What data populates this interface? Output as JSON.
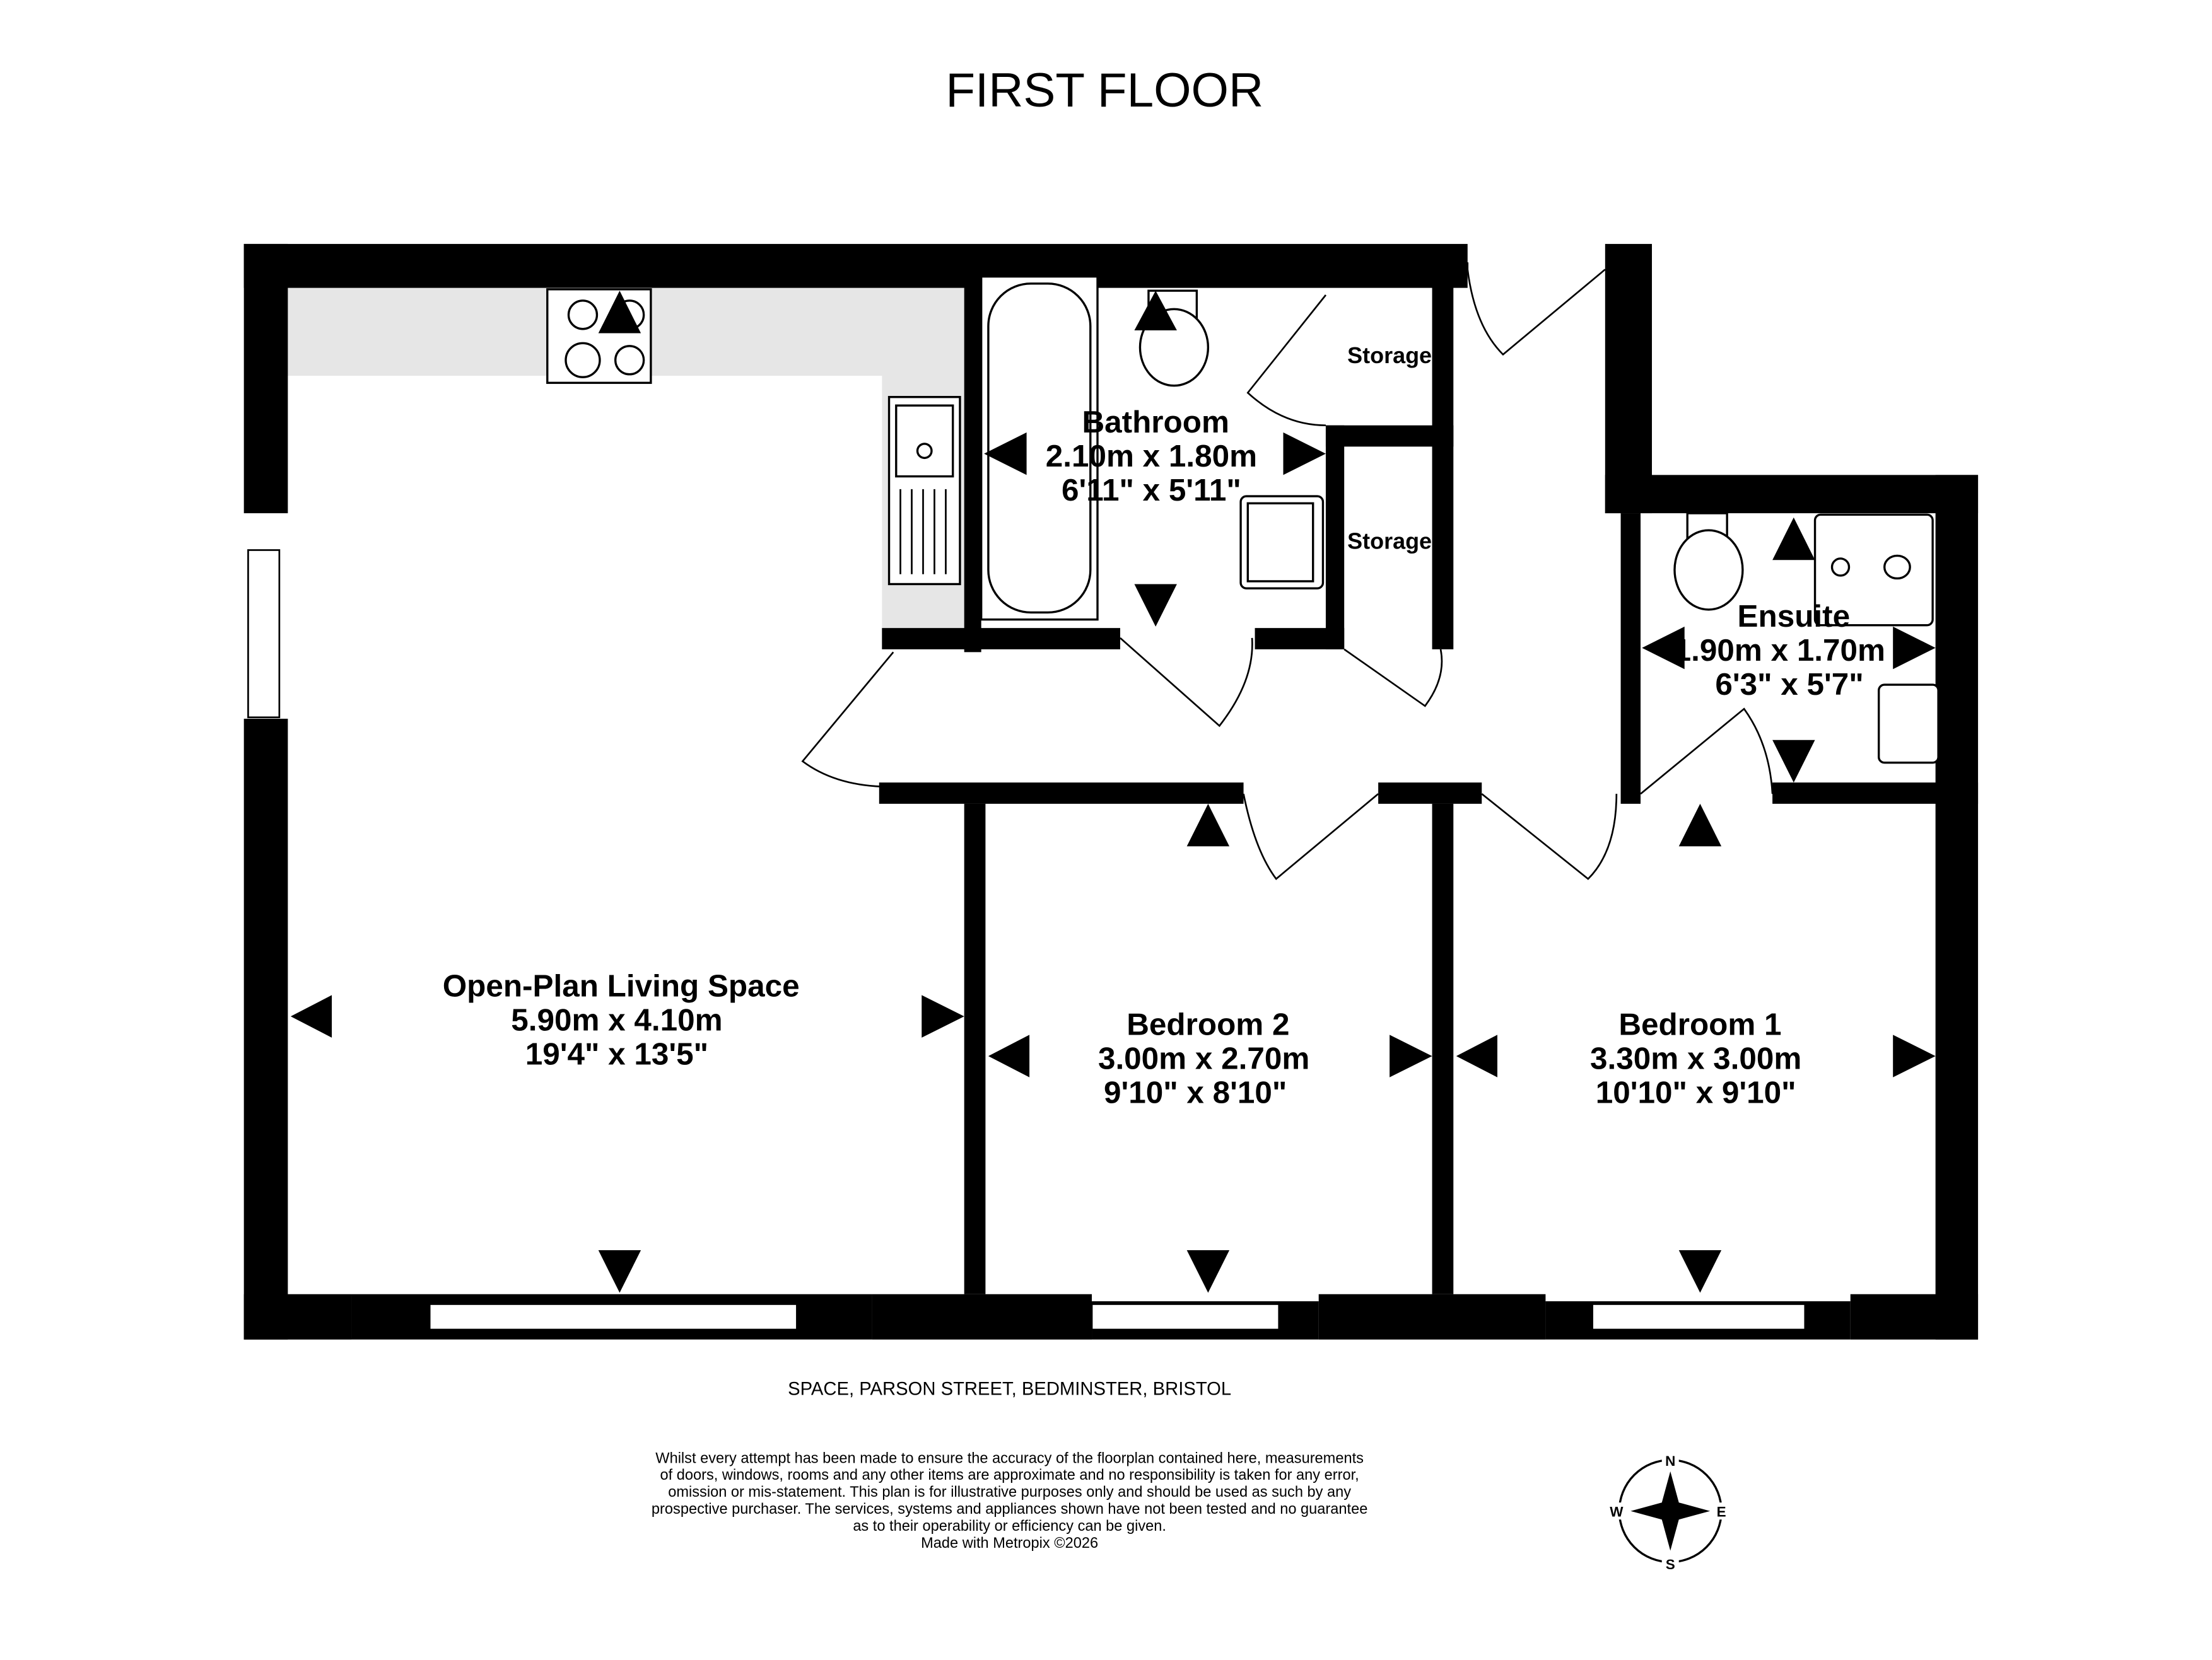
{
  "title": "FIRST FLOOR",
  "rooms": {
    "living": {
      "name": "Open-Plan Living Space",
      "metric": "5.90m  x 4.10m",
      "imperial": "19'4\"  x 13'5\""
    },
    "bedroom2": {
      "name": "Bedroom 2",
      "metric": "3.00m  x 2.70m",
      "imperial": "9'10\"  x 8'10\""
    },
    "bedroom1": {
      "name": "Bedroom 1",
      "metric": "3.30m  x 3.00m",
      "imperial": "10'10\"  x 9'10\""
    },
    "bathroom": {
      "name": "Bathroom",
      "metric": "2.10m  x 1.80m",
      "imperial": "6'11\"  x 5'11\""
    },
    "ensuite": {
      "name": "Ensuite",
      "metric": "1.90m  x 1.70m",
      "imperial": "6'3\"  x 5'7\""
    },
    "storage1": {
      "name": "Storage"
    },
    "storage2": {
      "name": "Storage"
    }
  },
  "address": "SPACE, PARSON STREET, BEDMINSTER, BRISTOL",
  "disclaimer": [
    "Whilst every attempt has been made to ensure the accuracy of the floorplan contained here, measurements",
    "of doors, windows, rooms and any other items are approximate and no responsibility is taken for any error,",
    "omission or mis-statement. This plan is for illustrative purposes only and should be used as such by any",
    "prospective purchaser. The services, systems and appliances shown have not been tested and no guarantee",
    "as to their operability or efficiency can be given.",
    "Made with Metropix ©2026"
  ],
  "compass": {
    "n": "N",
    "e": "E",
    "s": "S",
    "w": "W"
  },
  "colors": {
    "wall": "#000000",
    "counter": "#e6e6e6"
  }
}
